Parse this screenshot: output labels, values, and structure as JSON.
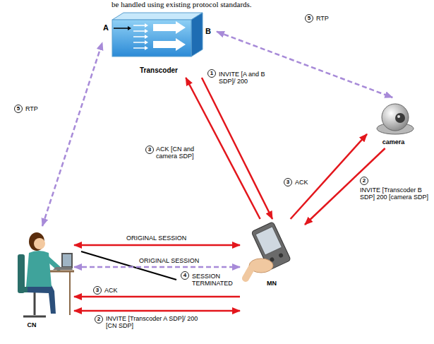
{
  "diagram": {
    "nodes": [
      {
        "text": [
          "A",
          "B",
          "Transcoder"
        ]
      },
      {
        "text": [
          "camera"
        ]
      },
      {
        "text": [
          "CN"
        ]
      },
      {
        "text": [
          "MN"
        ]
      }
    ],
    "edges": [
      {
        "from": 0,
        "to": 3,
        "arrow": "to",
        "label": "INVITE [A and B SDP]/ 200"
      },
      {
        "from": 3,
        "to": 0,
        "arrow": "to",
        "label": "ACK [CN and camera SDP]"
      },
      {
        "from": 0,
        "to": 1,
        "arrow": "both",
        "label": "RTP"
      },
      {
        "from": 3,
        "to": 1,
        "arrow": "to",
        "label": "ACK"
      },
      {
        "from": 1,
        "to": 3,
        "arrow": "to",
        "label": "INVITE [Transcoder B SDP] 200 [camera SDP]"
      },
      {
        "from": 2,
        "to": 0,
        "arrow": "both",
        "label": "RTP"
      },
      {
        "from": 2,
        "to": 3,
        "arrow": "both",
        "label": "ORIGINAL SESSION"
      },
      {
        "from": 2,
        "to": 3,
        "arrow": "both",
        "label": "ORIGINAL SESSION"
      },
      {
        "from": 3,
        "to": 2,
        "arrow": "to",
        "label": "ACK"
      },
      {
        "from": 2,
        "to": 3,
        "arrow": "both",
        "label": "INVITE [Transcoder A SDP]/ 200 [CN SDP]"
      }
    ],
    "labels": [
      "be handled using existing protocol standards.",
      "1",
      "2",
      "3",
      "3",
      "4",
      "SESSION TERMINATED",
      "3",
      "2",
      "5",
      "5"
    ]
  }
}
